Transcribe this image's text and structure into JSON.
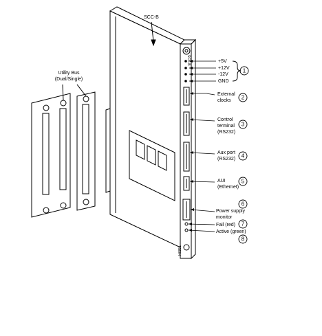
{
  "board_label": "SCC-B",
  "utility_bus": {
    "line1": "Utility Bus",
    "line2": "(Dual/Single)"
  },
  "faceplate_text": "SCC-B",
  "power_labels": [
    "+5V",
    "+12V",
    "-12V",
    "GND"
  ],
  "callouts": [
    {
      "number": "1",
      "lines": []
    },
    {
      "number": "2",
      "lines": [
        "External",
        "clocks"
      ]
    },
    {
      "number": "3",
      "lines": [
        "Control",
        "terminal",
        "(RS232)"
      ]
    },
    {
      "number": "4",
      "lines": [
        "Aux port",
        "(RS232)"
      ]
    },
    {
      "number": "5",
      "lines": [
        "AUI",
        "(Ethernet)"
      ]
    },
    {
      "number": "6",
      "lines": [
        "Power supply",
        "monitor"
      ]
    },
    {
      "number": "7",
      "lines": [
        "Fail (red)"
      ]
    },
    {
      "number": "8",
      "lines": [
        "Active (green)"
      ]
    }
  ],
  "figure_id": "H6851"
}
